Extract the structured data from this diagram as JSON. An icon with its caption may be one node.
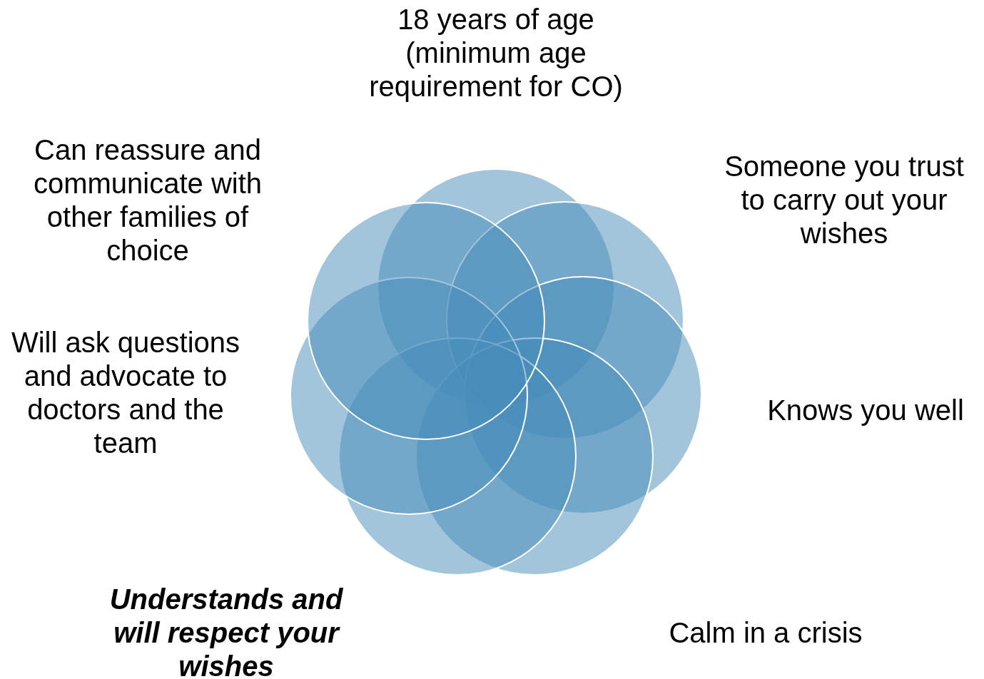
{
  "diagram": {
    "nodes": [
      {
        "text": [],
        "shape": "circle",
        "beside": [
          "18 years of age (minimum age requirement for CO)"
        ]
      },
      {
        "text": [],
        "shape": "circle",
        "beside": [
          "Someone you trust to carry out your wishes"
        ]
      },
      {
        "text": [],
        "shape": "circle",
        "beside": [
          "Knows you well"
        ]
      },
      {
        "text": [],
        "shape": "circle",
        "beside": [
          "Calm in a crisis"
        ]
      },
      {
        "text": [],
        "shape": "circle",
        "beside": [
          "Understands and will respect your wishes"
        ]
      },
      {
        "text": [],
        "shape": "circle",
        "beside": [
          "Will ask questions and advocate to doctors and the team"
        ]
      },
      {
        "text": [],
        "shape": "circle",
        "beside": [
          "Can reassure and communicate with other families of choice"
        ]
      }
    ]
  }
}
